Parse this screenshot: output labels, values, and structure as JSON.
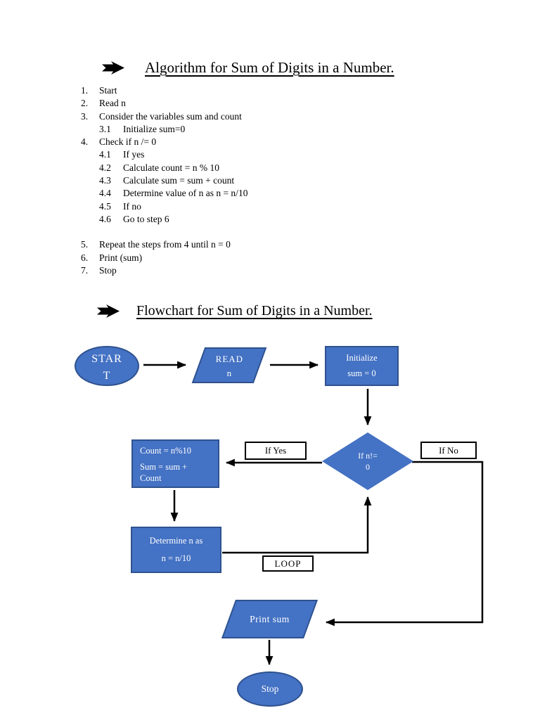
{
  "colors": {
    "shape_fill": "#4472C4",
    "shape_border": "#2F528F",
    "label_bg": "#ffffff",
    "label_border": "#000000",
    "connector_color": "#000000",
    "ink": "#000000",
    "shape_text": "#ffffff"
  },
  "algorithm": {
    "title": "Algorithm for Sum of Digits in a Number.",
    "steps": [
      {
        "num": "1.",
        "text": "Start"
      },
      {
        "num": "2.",
        "text": "Read n"
      },
      {
        "num": "3.",
        "text": "Consider the variables sum and count"
      },
      {
        "num": "3.1",
        "text": "Initialize sum=0"
      },
      {
        "num": "4.",
        "text": "Check if n /= 0"
      },
      {
        "num": "4.1",
        "text": "If yes"
      },
      {
        "num": "4.2",
        "text": "Calculate count = n % 10"
      },
      {
        "num": "4.3",
        "text": "Calculate sum = sum + count"
      },
      {
        "num": "4.4",
        "text": "Determine value of n as n = n/10"
      },
      {
        "num": "4.5",
        "text": "If no"
      },
      {
        "num": "4.6",
        "text": "Go to step 6"
      },
      {
        "num": "5.",
        "text": "Repeat the steps from 4 until n = 0"
      },
      {
        "num": "6.",
        "text": "Print (sum)"
      },
      {
        "num": "7.",
        "text": "Stop"
      }
    ]
  },
  "flowchart": {
    "title": "Flowchart for Sum of Digits in a Number.",
    "nodes": {
      "start": {
        "line1": "STAR",
        "line2": "T"
      },
      "read": {
        "line1": "READ",
        "line2": "n"
      },
      "init": {
        "line1": "Initialize",
        "line2": "sum = 0"
      },
      "decision": {
        "line1": "If n!=",
        "line2": "0"
      },
      "count": {
        "line1": "Count = n%10",
        "line2": "Sum = sum +",
        "line3": "Count"
      },
      "determine": {
        "line1": "Determine n as",
        "line2": "n = n/10"
      },
      "print": {
        "label": "Print sum"
      },
      "stop": {
        "label": "Stop"
      }
    },
    "labels": {
      "if_yes": "If Yes",
      "if_no": "If No",
      "loop": "LOOP"
    }
  }
}
